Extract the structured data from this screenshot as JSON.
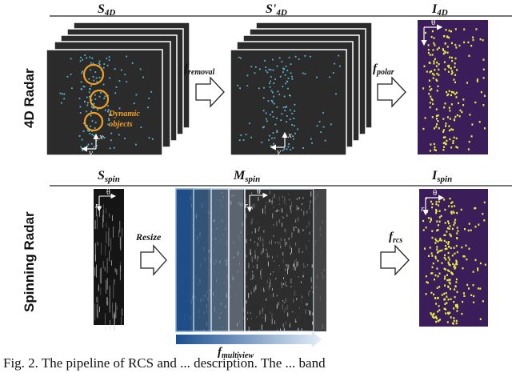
{
  "sections": {
    "radar4d": {
      "side_label": "4D Radar",
      "titles": {
        "s4d": "S",
        "s4d_sub": "4D",
        "sp4d": "S'",
        "sp4d_sub": "4D",
        "i4d": "I",
        "i4d_sub": "4D"
      },
      "ops": {
        "removal": "f",
        "removal_sub": "removal",
        "polar": "f",
        "polar_sub": "polar"
      },
      "annotation": "Dynamic objects",
      "annotation_line1": "Dynamic",
      "annotation_line2": "objects",
      "axis_x": "x",
      "axis_y": "y",
      "theta": "θ"
    },
    "spinning": {
      "side_label": "Spinning Radar",
      "titles": {
        "sspin": "S",
        "sspin_sub": "spin",
        "mspin": "M",
        "mspin_sub": "spin",
        "ispin": "I",
        "ispin_sub": "spin"
      },
      "ops": {
        "resize": "Resize",
        "rcs": "f",
        "rcs_sub": "rcs",
        "multiview": "f",
        "multiview_sub": "multiview"
      },
      "axis_r": "r",
      "theta": "θ"
    }
  },
  "colors": {
    "dark_frame": "#2b2b2b",
    "points": "#5bb8d6",
    "circle": "#f0a020",
    "annotation": "#f0a020",
    "feature_bg": "#3b1d5a",
    "feature_points": "#e8f040",
    "gradient_dark": "#1c4f8f",
    "gradient_light": "#cfe3f5"
  },
  "caption": "Fig. 2. The pipeline of RCS and ... description. The ... band"
}
